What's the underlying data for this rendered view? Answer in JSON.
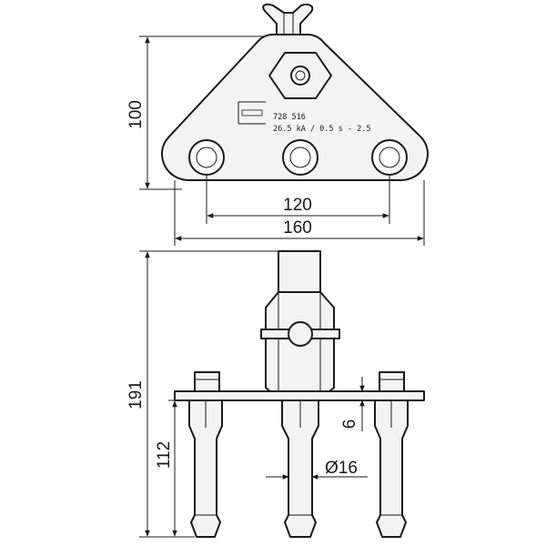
{
  "marking": {
    "part_number": "728 516",
    "rating": "26.5 kA / 0.5 s - 2.5"
  },
  "dimensions": {
    "height_top_view": "100",
    "hole_spacing": "120",
    "overall_width": "160",
    "overall_height": "191",
    "pin_length": "112",
    "plate_thickness": "6",
    "pin_diameter": "Ø16"
  }
}
